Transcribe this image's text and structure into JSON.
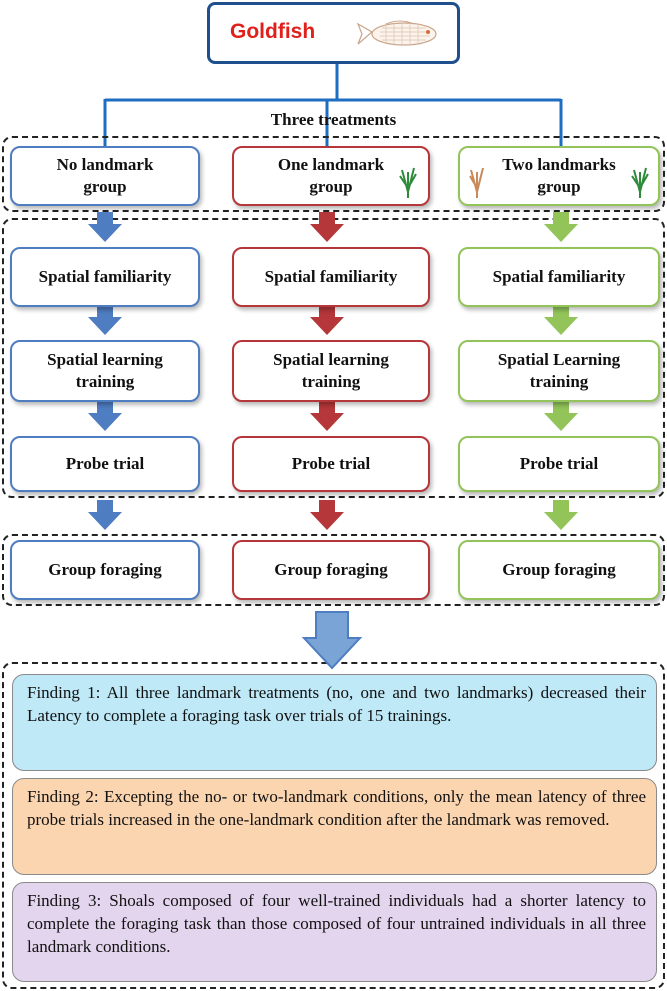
{
  "root": {
    "label": "Goldfish",
    "icon": "goldfish-icon"
  },
  "treatments_label": "Three treatments",
  "groups": [
    {
      "label": "No landmark group",
      "color": "#4f7dc1"
    },
    {
      "label": "One landmark group",
      "color": "#b5373a"
    },
    {
      "label": "Two landmarks group",
      "color": "#92c45a"
    }
  ],
  "steps": {
    "familiarity": [
      "Spatial familiarity",
      "Spatial familiarity",
      "Spatial familiarity"
    ],
    "training": [
      "Spatial learning training",
      "Spatial learning training",
      "Spatial Learning training"
    ],
    "probe": [
      "Probe trial",
      "Probe trial",
      "Probe trial"
    ],
    "foraging": [
      "Group foraging",
      "Group foraging",
      "Group foraging"
    ]
  },
  "findings": [
    {
      "text": "Finding 1: All three landmark treatments (no, one and two landmarks) decreased their Latency to complete a foraging task over trials of 15 trainings.",
      "color": "#bfe9f7"
    },
    {
      "text": "Finding 2: Excepting the no- or two-landmark conditions, only the mean latency of three probe trials increased in the one-landmark condition after the landmark was removed.",
      "color": "#fbd5b0"
    },
    {
      "text": "Finding 3: Shoals composed of four well-trained individuals had a shorter latency to complete the foraging task than those composed of four untrained individuals in all three landmark conditions.",
      "color": "#e4d5ef"
    }
  ],
  "colors": {
    "root_text": "#e0201b",
    "root_border": "#1f4f8c",
    "connector": "#1d6ec0",
    "blue": "#4f7dc1",
    "red": "#b5373a",
    "green": "#92c45a"
  }
}
